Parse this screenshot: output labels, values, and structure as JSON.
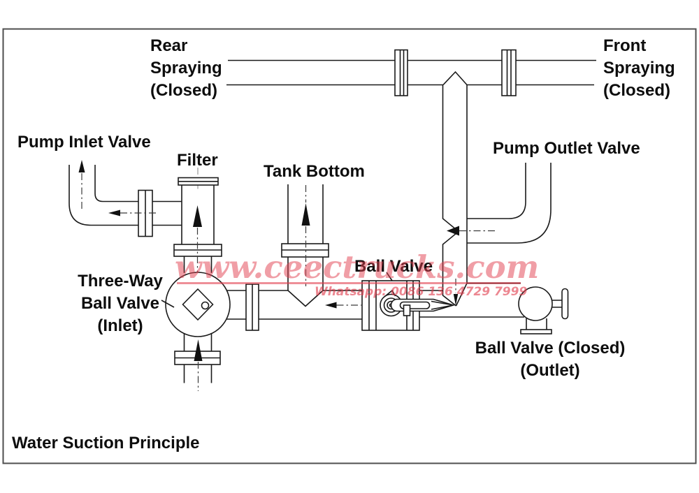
{
  "labels": {
    "rear_spraying": {
      "line1": "Rear",
      "line2": "Spraying",
      "line3": "(Closed)"
    },
    "front_spraying": {
      "line1": "Front",
      "line2": "Spraying",
      "line3": "(Closed)"
    },
    "pump_inlet_valve": "Pump Inlet Valve",
    "filter": "Filter",
    "tank_bottom": "Tank Bottom",
    "pump_outlet_valve": "Pump Outlet Valve",
    "three_way_valve": {
      "line1": "Three-Way",
      "line2": "Ball Valve",
      "line3": "(Inlet)"
    },
    "ball_valve": "Ball Valve",
    "outlet_valve": {
      "line1": "Ball Valve (Closed)",
      "line2": "(Outlet)"
    },
    "caption": "Water Suction Principle"
  },
  "watermark": {
    "url": "www.ceectrucks.com",
    "contact": "Whatsapp: 0086 136 4729 7999"
  },
  "colors": {
    "line": "#1a1a1a",
    "frame": "#4f4f4f",
    "background": "#ffffff",
    "label_text": "#0d0d0d",
    "watermark_pink": "#ef8f99"
  }
}
